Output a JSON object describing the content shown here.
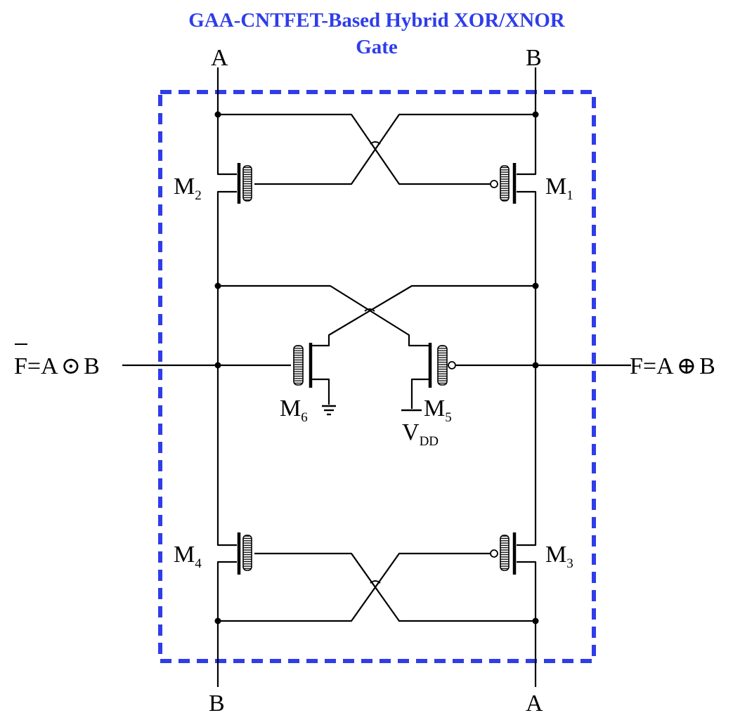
{
  "title": {
    "line1": "GAA-CNTFET-Based Hybrid XOR/XNOR",
    "line2": "Gate"
  },
  "colors": {
    "title": "#2f3de8",
    "boundary": "#2f3de8",
    "wire": "#000000"
  },
  "pins": {
    "top_left": "A",
    "top_right": "B",
    "bottom_left": "B",
    "bottom_right": "A"
  },
  "outputs": {
    "left": {
      "bar": "F",
      "rest": "=A",
      "op": "⊙",
      "operand": "B"
    },
    "right": {
      "main": "F=A",
      "op": "⊕",
      "operand": "B"
    }
  },
  "transistors": {
    "m1": {
      "letter": "M",
      "index": "1"
    },
    "m2": {
      "letter": "M",
      "index": "2"
    },
    "m3": {
      "letter": "M",
      "index": "3"
    },
    "m4": {
      "letter": "M",
      "index": "4"
    },
    "m5": {
      "letter": "M",
      "index": "5"
    },
    "m6": {
      "letter": "M",
      "index": "6"
    }
  },
  "supply": {
    "letter": "V",
    "sub": "DD"
  }
}
